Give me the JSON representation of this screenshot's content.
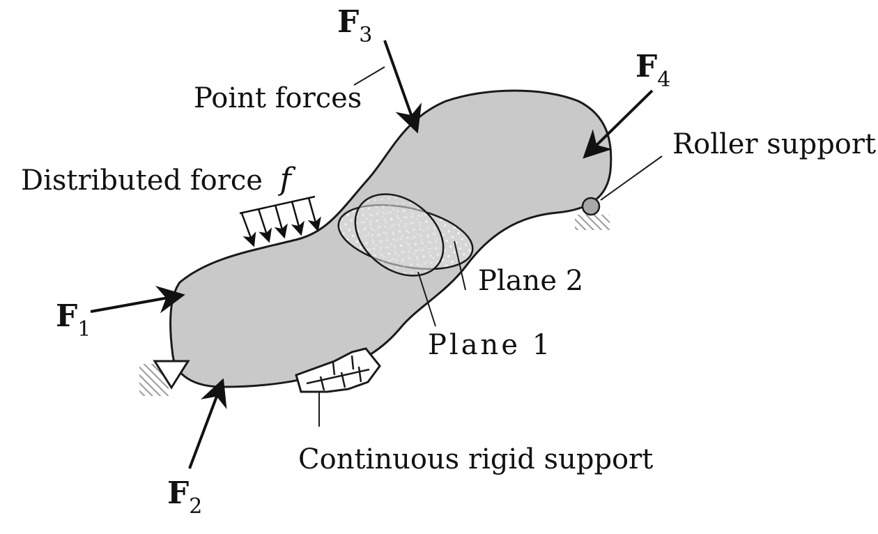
{
  "labels": {
    "point_forces": "Point forces",
    "distributed_force": "Distributed force",
    "distributed_symbol": "f",
    "roller_support": "Roller support",
    "plane_2": "Plane 2",
    "plane_1": "Plane 1",
    "continuous_rigid_support": "Continuous rigid support"
  },
  "forces": {
    "f1": {
      "letter": "F",
      "sub": "1"
    },
    "f2": {
      "letter": "F",
      "sub": "2"
    },
    "f3": {
      "letter": "F",
      "sub": "3"
    },
    "f4": {
      "letter": "F",
      "sub": "4"
    }
  },
  "colors": {
    "body_fill": "#c9c9c9",
    "outline": "#1a1a1a",
    "hatch": "#9a9a9a",
    "section_fill": "#dcdcdc",
    "roller_fill": "#a8a8a8"
  }
}
